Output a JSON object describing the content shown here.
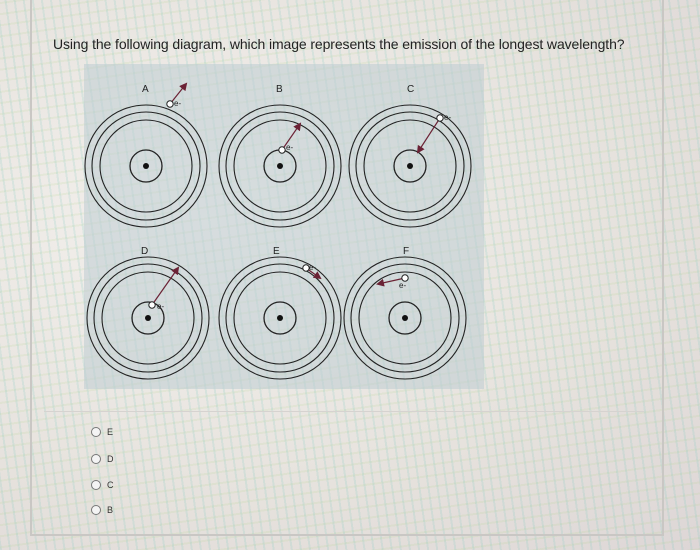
{
  "question": "Using the following diagram, which image represents the emission of the longest wavelength?",
  "diagrams": [
    {
      "label": "A",
      "electron_label": "e-"
    },
    {
      "label": "B",
      "electron_label": "e-"
    },
    {
      "label": "C",
      "electron_label": "e-"
    },
    {
      "label": "D",
      "electron_label": "e-"
    },
    {
      "label": "E",
      "electron_label": "e-"
    },
    {
      "label": "F",
      "electron_label": "e-"
    }
  ],
  "choices": [
    {
      "label": "E"
    },
    {
      "label": "D"
    },
    {
      "label": "C"
    },
    {
      "label": "B"
    }
  ],
  "colors": {
    "arrow": "#6b2235",
    "ring": "#222222",
    "panel": "#bccad0"
  }
}
